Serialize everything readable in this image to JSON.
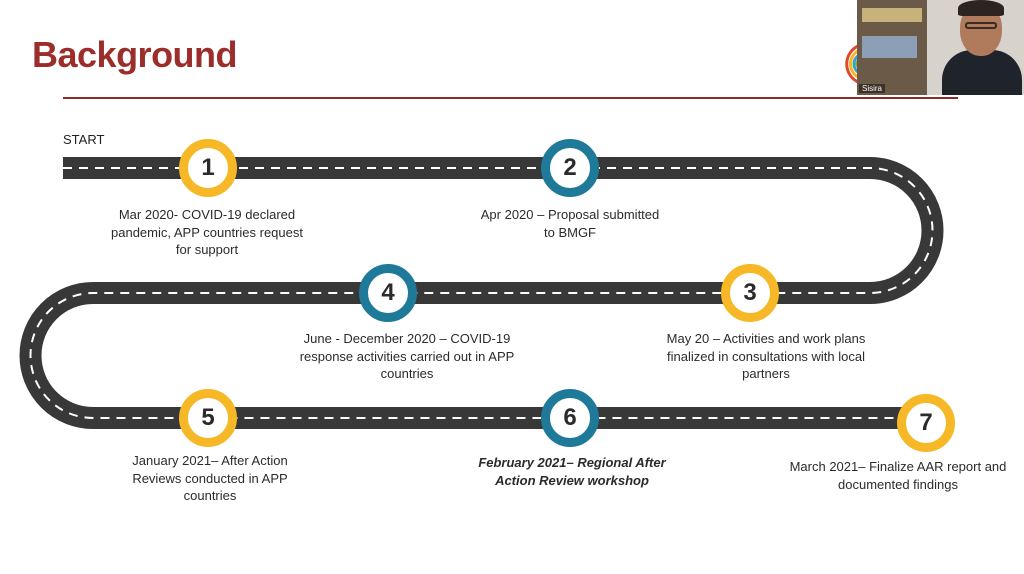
{
  "slide": {
    "title": "Background",
    "start_label": "START"
  },
  "colors": {
    "title": "#9b2d2a",
    "road": "#383838",
    "road_dash": "#ffffff",
    "milestone_yellow": "#f6b827",
    "milestone_blue": "#1f7a9a"
  },
  "milestones": [
    {
      "number": "1",
      "color": "yellow",
      "text": "Mar 2020- COVID-19 declared pandemic, APP countries request for support"
    },
    {
      "number": "2",
      "color": "blue",
      "text": "Apr 2020 – Proposal submitted to BMGF"
    },
    {
      "number": "3",
      "color": "yellow",
      "text": "May 20 – Activities and work plans finalized in consultations with local partners"
    },
    {
      "number": "4",
      "color": "blue",
      "text": "June - December 2020 – COVID-19 response activities carried out in APP countries"
    },
    {
      "number": "5",
      "color": "yellow",
      "text": "January 2021– After Action Reviews conducted in APP countries"
    },
    {
      "number": "6",
      "color": "blue",
      "text": "February 2021– Regional After Action Review workshop"
    },
    {
      "number": "7",
      "color": "yellow",
      "text": "March 2021– Finalize AAR report and documented findings"
    }
  ],
  "video": {
    "participant_name": "Sisira"
  }
}
